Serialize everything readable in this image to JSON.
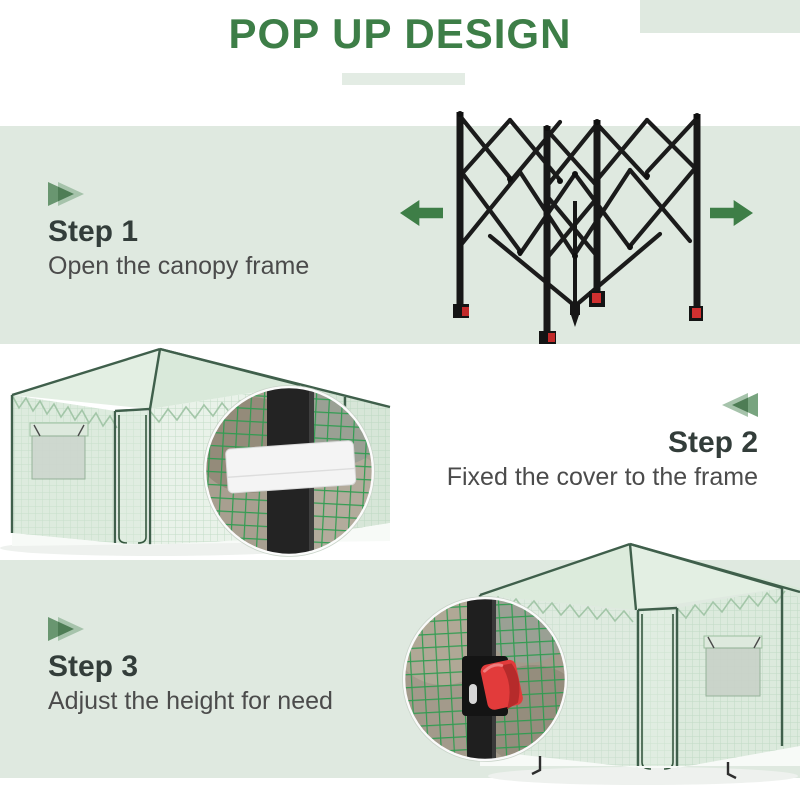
{
  "header": {
    "title": "POP UP DESIGN"
  },
  "steps": [
    {
      "label": "Step 1",
      "description": "Open the canopy frame",
      "icon": "double-chevron-right-icon"
    },
    {
      "label": "Step 2",
      "description": "Fixed the cover to the frame",
      "icon": "double-chevron-left-icon"
    },
    {
      "label": "Step 3",
      "description": "Adjust the height for need",
      "icon": "double-chevron-right-icon"
    }
  ],
  "figures": {
    "frame_photo": {
      "name": "folded-canopy-frame-photo",
      "arrows": [
        "arrow-left-icon",
        "arrow-right-icon"
      ]
    },
    "cover_photo": {
      "name": "greenhouse-cover-photo",
      "magnifier_detail": "white-strap-fixing-cover-to-black-pole"
    },
    "height_photo": {
      "name": "greenhouse-height-photo",
      "magnifier_detail": "red-height-adjust-button-on-black-pole"
    }
  },
  "colors": {
    "title_green": "#3d7e47",
    "band_green": "#dfe9e0",
    "arrow_green": "#3e7e47",
    "chevron_dark_green": "#78a47f",
    "chevron_light_green": "#a6c3ab",
    "heading_text": "#333d3a",
    "body_text": "#4b4b4b",
    "mesh_green": "#2d9c4f",
    "accent_red": "#d23434"
  }
}
